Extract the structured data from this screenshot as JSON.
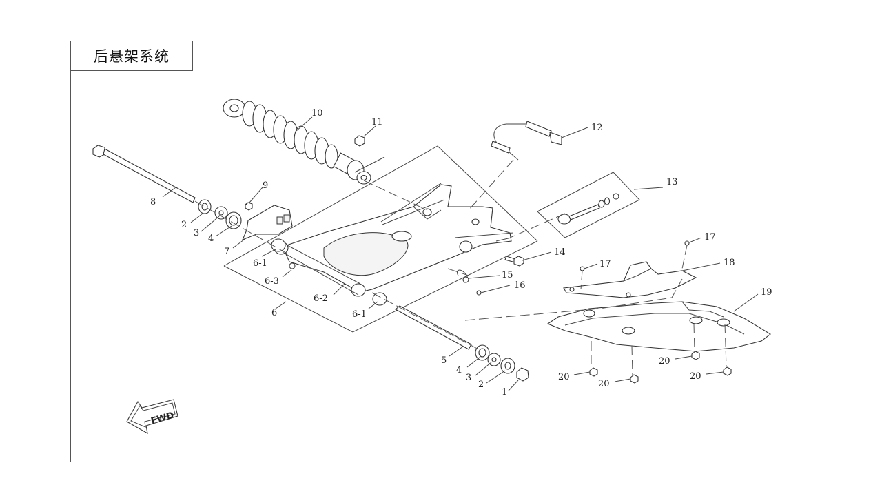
{
  "title": "后悬架系统",
  "fwd_text": "FWD",
  "callouts": [
    {
      "text": "1"
    },
    {
      "text": "2"
    },
    {
      "text": "2"
    },
    {
      "text": "3"
    },
    {
      "text": "3"
    },
    {
      "text": "4"
    },
    {
      "text": "4"
    },
    {
      "text": "5"
    },
    {
      "text": "6"
    },
    {
      "text": "6-1"
    },
    {
      "text": "6-1"
    },
    {
      "text": "6-2"
    },
    {
      "text": "6-3"
    },
    {
      "text": "7"
    },
    {
      "text": "8"
    },
    {
      "text": "9"
    },
    {
      "text": "10"
    },
    {
      "text": "11"
    },
    {
      "text": "12"
    },
    {
      "text": "13"
    },
    {
      "text": "14"
    },
    {
      "text": "15"
    },
    {
      "text": "16"
    },
    {
      "text": "17"
    },
    {
      "text": "17"
    },
    {
      "text": "18"
    },
    {
      "text": "19"
    },
    {
      "text": "20"
    },
    {
      "text": "20"
    },
    {
      "text": "20"
    },
    {
      "text": "20"
    }
  ]
}
